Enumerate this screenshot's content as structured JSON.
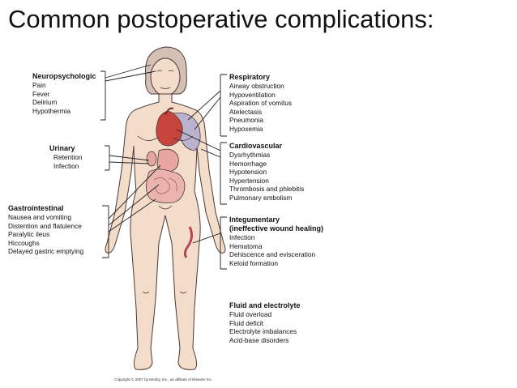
{
  "title": "Common postoperative complications:",
  "groups": {
    "neuro": {
      "heading": "Neuropsychologic",
      "items": [
        "Pain",
        "Fever",
        "Delirium",
        "Hypothermia"
      ]
    },
    "urinary": {
      "heading": "Urinary",
      "items": [
        "Retention",
        "Infection"
      ]
    },
    "gastro": {
      "heading": "Gastrointestinal",
      "items": [
        "Nausea and vomiting",
        "Distention and flatulence",
        "Paralytic ileus",
        "Hiccoughs",
        "Delayed gastric emptying"
      ]
    },
    "respiratory": {
      "heading": "Respiratory",
      "items": [
        "Airway obstruction",
        "Hypoventilation",
        "Aspiration of vomitus",
        "Atelectasis",
        "Pneumonia",
        "Hypoxemia"
      ]
    },
    "cardio": {
      "heading": "Cardiovascular",
      "items": [
        "Dysrhythmias",
        "Hemorrhage",
        "Hypotension",
        "Hypertension",
        "Thrombosis and phlebitis",
        "Pulmonary embolism"
      ]
    },
    "integ": {
      "heading_line1": "Integumentary",
      "heading_line2": "(ineffective wound healing)",
      "items": [
        "Infection",
        "Hematoma",
        "Dehiscence and evisceration",
        "Keloid formation"
      ]
    },
    "fluid": {
      "heading": "Fluid and electrolyte",
      "items": [
        "Fluid overload",
        "Fluid deficit",
        "Electrolyte imbalances",
        "Acid-base disorders"
      ]
    }
  },
  "copyright": "Copyright © 2007 by Mosby, Inc., an affiliate of Elsevier Inc.",
  "colors": {
    "skin": "#f4dccb",
    "outline": "#4a3a35",
    "hair": "#d4c0b4",
    "organ": "#e9a6a0",
    "heart": "#c8453d",
    "lungs": "#b9b3cf",
    "wound": "#b8475a"
  }
}
